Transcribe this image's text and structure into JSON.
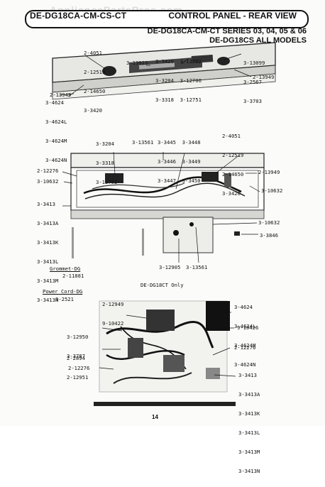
{
  "header": {
    "model_code": "DE-DG18CA-CM-CS-CT",
    "title": "CONTROL PANEL - REAR VIEW",
    "watermark": "AppliancePartsPros.com",
    "series_line": "DE-DG18CA-CM-CT SERIES 03, 04, 05 & 06",
    "models_line": "DE-DG18CS ALL MODELS"
  },
  "top_panel": {
    "left_group": [
      "2-4051",
      "2-12519",
      "2-14650",
      "3-3420"
    ],
    "left_knob": "2-13949",
    "center_mid": "3-13923",
    "center_group": [
      "3-3420  3-12702",
      "3-3204  3-12706",
      "3-3318  3-12751"
    ],
    "right_group": [
      "3-13099",
      "3-2567",
      "3-3703"
    ],
    "right_knob": "2-13949",
    "trim_group": [
      "3-4624",
      "3-4624L",
      "3-4624M",
      "3-4624N"
    ]
  },
  "mid_panel": {
    "upper_left": [
      "3-3204",
      "3-3318",
      "3-12702"
    ],
    "mid_center": "3-13561",
    "center_group": [
      "3-3445  3-3448",
      "3-3446  3-3449",
      "3-3447  3-3450"
    ],
    "upper_right": [
      "2-4051",
      "2-12519",
      "2-14650",
      "3-3420"
    ],
    "left_a": "2-12276",
    "left_b": "3-10632",
    "left_group": [
      "3-3413",
      "3-3413A",
      "3-3413K",
      "3-3413L",
      "3-3413M",
      "3-3413N"
    ],
    "right_knob": "2-13949",
    "right_a": "3-10632",
    "right_b": "3-10632",
    "right_c": "3-3846",
    "bottom_a": "3-12905",
    "bottom_b": "3-13561",
    "note": "DE-DG18CT Only"
  },
  "bottom_panel": {
    "grommet_title": "Grommet-DG",
    "grommet_part": "2-11881",
    "cord_title": "Power Cord-DG",
    "cord_part": "3-2521",
    "top_left": [
      "2-12949",
      "9-10422"
    ],
    "left_mid": [
      "3-12950",
      "3-3787"
    ],
    "left_low": [
      "2-2894",
      "2-12951"
    ],
    "left_bottom": "2-12276",
    "right_top": [
      "3-4624",
      "3-4624L",
      "3-4624M",
      "3-4624N"
    ],
    "right_mid": "9-10426",
    "right_low": "2-12276",
    "right_group": [
      "3-3413",
      "3-3413A",
      "3-3413K",
      "3-3413L",
      "3-3413M",
      "3-3413N"
    ]
  },
  "page_number": "14"
}
